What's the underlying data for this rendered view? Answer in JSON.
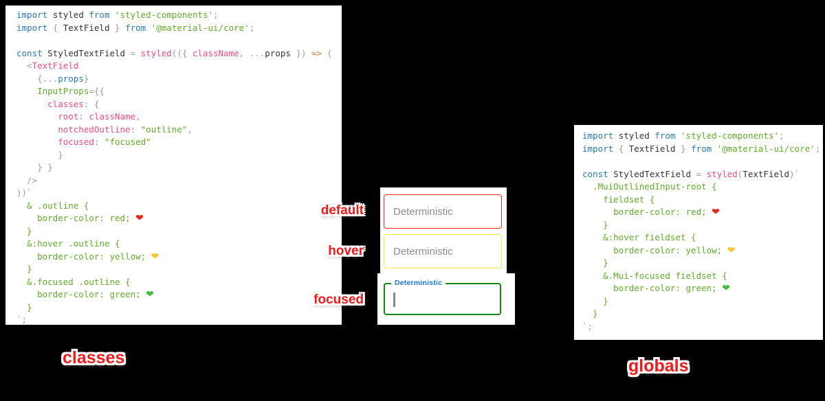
{
  "background": "#000000",
  "syntax_colors": {
    "kw": "#2878b5",
    "id": "#333333",
    "str": "#60aa2e",
    "green": "#60aa2e",
    "pink": "#ec4d85",
    "gray": "#9b9b9b",
    "orange": "#c5772a",
    "heart_red": "#e8291c",
    "heart_yellow": "#f7c534",
    "heart_green": "#3fbd3f"
  },
  "code_blocks": {
    "classes": {
      "lines": [
        [
          {
            "t": "import ",
            "c": "kw"
          },
          {
            "t": "styled ",
            "c": "id"
          },
          {
            "t": "from ",
            "c": "kw"
          },
          {
            "t": "'styled-components'",
            "c": "str"
          },
          {
            "t": ";",
            "c": "gray"
          }
        ],
        [
          {
            "t": "import ",
            "c": "kw"
          },
          {
            "t": "{ ",
            "c": "gray"
          },
          {
            "t": "TextField ",
            "c": "id"
          },
          {
            "t": "} ",
            "c": "gray"
          },
          {
            "t": "from ",
            "c": "kw"
          },
          {
            "t": "'@material-ui/core'",
            "c": "str"
          },
          {
            "t": ";",
            "c": "gray"
          }
        ],
        [],
        [
          {
            "t": "const ",
            "c": "kw"
          },
          {
            "t": "StyledTextField ",
            "c": "id"
          },
          {
            "t": "= ",
            "c": "gray"
          },
          {
            "t": "styled",
            "c": "pink"
          },
          {
            "t": "(({ ",
            "c": "gray"
          },
          {
            "t": "className",
            "c": "pink"
          },
          {
            "t": ", ...",
            "c": "gray"
          },
          {
            "t": "props",
            "c": "id"
          },
          {
            "t": " }) ",
            "c": "gray"
          },
          {
            "t": "=>",
            "c": "orange"
          },
          {
            "t": " (",
            "c": "gray"
          }
        ],
        [
          {
            "t": "  <",
            "c": "gray"
          },
          {
            "t": "TextField",
            "c": "pink"
          }
        ],
        [
          {
            "t": "    {...",
            "c": "gray"
          },
          {
            "t": "props",
            "c": "kw"
          },
          {
            "t": "}",
            "c": "gray"
          }
        ],
        [
          {
            "t": "    InputProps",
            "c": "green"
          },
          {
            "t": "={{",
            "c": "gray"
          }
        ],
        [
          {
            "t": "      classes",
            "c": "pink"
          },
          {
            "t": ": {",
            "c": "gray"
          }
        ],
        [
          {
            "t": "        root",
            "c": "pink"
          },
          {
            "t": ": ",
            "c": "gray"
          },
          {
            "t": "className",
            "c": "pink"
          },
          {
            "t": ",",
            "c": "gray"
          }
        ],
        [
          {
            "t": "        notchedOutline",
            "c": "pink"
          },
          {
            "t": ": ",
            "c": "gray"
          },
          {
            "t": "\"outline\"",
            "c": "str"
          },
          {
            "t": ",",
            "c": "gray"
          }
        ],
        [
          {
            "t": "        focused",
            "c": "pink"
          },
          {
            "t": ": ",
            "c": "gray"
          },
          {
            "t": "\"focused\"",
            "c": "str"
          }
        ],
        [
          {
            "t": "        }",
            "c": "gray"
          }
        ],
        [
          {
            "t": "    } }",
            "c": "gray"
          }
        ],
        [
          {
            "t": "  />",
            "c": "gray"
          }
        ],
        [
          {
            "t": "))`",
            "c": "gray"
          }
        ],
        [
          {
            "t": "  & .outline {",
            "c": "green"
          }
        ],
        [
          {
            "t": "    border-color: red; ",
            "c": "green"
          },
          {
            "t": "❤",
            "c": "heart_red",
            "h": true
          }
        ],
        [
          {
            "t": "  }",
            "c": "green"
          }
        ],
        [
          {
            "t": "  &:hover .outline {",
            "c": "green"
          }
        ],
        [
          {
            "t": "    border-color: yellow; ",
            "c": "green"
          },
          {
            "t": "❤",
            "c": "heart_yellow",
            "h": true
          }
        ],
        [
          {
            "t": "  }",
            "c": "green"
          }
        ],
        [
          {
            "t": "  &.focused .outline {",
            "c": "green"
          }
        ],
        [
          {
            "t": "    border-color: green; ",
            "c": "green"
          },
          {
            "t": "❤",
            "c": "heart_green",
            "h": true
          }
        ],
        [
          {
            "t": "  }",
            "c": "green"
          }
        ],
        [
          {
            "t": "`;",
            "c": "gray"
          }
        ]
      ]
    },
    "globals": {
      "lines": [
        [
          {
            "t": "import ",
            "c": "kw"
          },
          {
            "t": "styled ",
            "c": "id"
          },
          {
            "t": "from ",
            "c": "kw"
          },
          {
            "t": "'styled-components'",
            "c": "str"
          },
          {
            "t": ";",
            "c": "gray"
          }
        ],
        [
          {
            "t": "import ",
            "c": "kw"
          },
          {
            "t": "{ ",
            "c": "gray"
          },
          {
            "t": "TextField ",
            "c": "id"
          },
          {
            "t": "} ",
            "c": "gray"
          },
          {
            "t": "from ",
            "c": "kw"
          },
          {
            "t": "'@material-ui/core'",
            "c": "str"
          },
          {
            "t": ";",
            "c": "gray"
          }
        ],
        [],
        [
          {
            "t": "const ",
            "c": "kw"
          },
          {
            "t": "StyledTextField ",
            "c": "id"
          },
          {
            "t": "= ",
            "c": "gray"
          },
          {
            "t": "styled",
            "c": "pink"
          },
          {
            "t": "(",
            "c": "gray"
          },
          {
            "t": "TextField",
            "c": "id"
          },
          {
            "t": ")`",
            "c": "gray"
          }
        ],
        [
          {
            "t": "  .MuiOutlinedInput-root {",
            "c": "green"
          }
        ],
        [
          {
            "t": "    fieldset {",
            "c": "green"
          }
        ],
        [
          {
            "t": "      border-color: red; ",
            "c": "green"
          },
          {
            "t": "❤",
            "c": "heart_red",
            "h": true
          }
        ],
        [
          {
            "t": "    }",
            "c": "green"
          }
        ],
        [
          {
            "t": "    &:hover fieldset {",
            "c": "green"
          }
        ],
        [
          {
            "t": "      border-color: yellow; ",
            "c": "green"
          },
          {
            "t": "❤",
            "c": "heart_yellow",
            "h": true
          }
        ],
        [
          {
            "t": "    }",
            "c": "green"
          }
        ],
        [
          {
            "t": "    &.Mui-focused fieldset {",
            "c": "green"
          }
        ],
        [
          {
            "t": "      border-color: green; ",
            "c": "green"
          },
          {
            "t": "❤",
            "c": "heart_green",
            "h": true
          }
        ],
        [
          {
            "t": "    }",
            "c": "green"
          }
        ],
        [
          {
            "t": "  }",
            "c": "green"
          }
        ],
        [
          {
            "t": "`;",
            "c": "gray"
          }
        ]
      ]
    }
  },
  "state_labels": {
    "default": "default",
    "hover": "hover",
    "focused": "focused"
  },
  "section_labels": {
    "classes": "classes",
    "globals": "globals"
  },
  "label_color": "#ef1b1b",
  "textfields": {
    "default": {
      "placeholder": "Deterministic",
      "border_color": "#ff251b"
    },
    "hover": {
      "placeholder": "Deterministic",
      "border_color": "#ffe92c"
    },
    "focused": {
      "floating_label": "Deterministic",
      "border_color": "#128a12",
      "label_color": "#1a73e8",
      "cursor_color": "#888888"
    }
  }
}
